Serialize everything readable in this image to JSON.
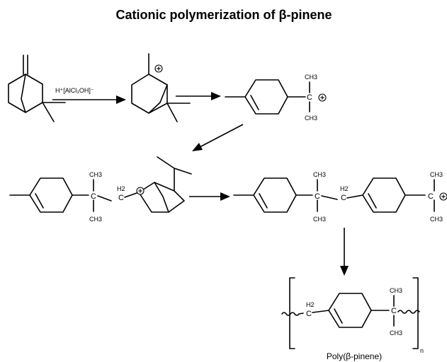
{
  "title": "Cationic polymerization of β-pinene",
  "reagent": "H⁺[AlCl₃OH]⁻",
  "ch3": "CH3",
  "carbon": "C",
  "ch2": "H2",
  "subscript_n": "n",
  "product_name": "Poly(β-pinene)"
}
